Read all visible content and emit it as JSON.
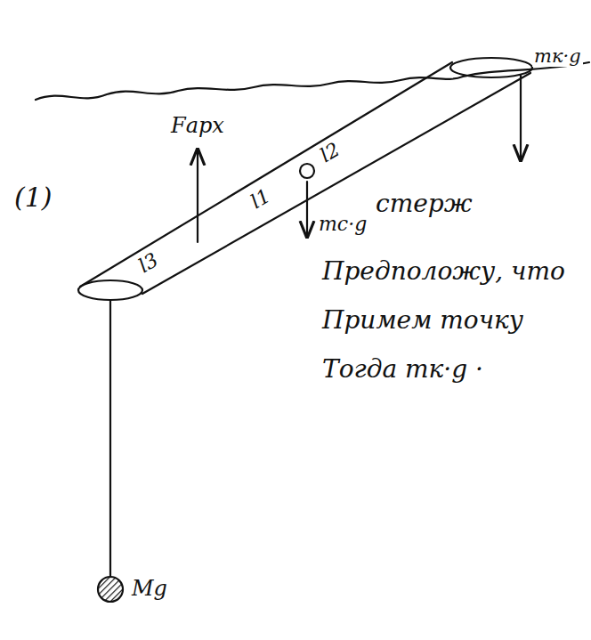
{
  "diagram": {
    "labels": [
      "(1)",
      "Fарх",
      "l2",
      "l1",
      "l3",
      "mc·g",
      "mк·g",
      "Mg",
      "стерж",
      "Предположу, что",
      "Примем точку",
      "Тогда mк·g ·"
    ]
  }
}
